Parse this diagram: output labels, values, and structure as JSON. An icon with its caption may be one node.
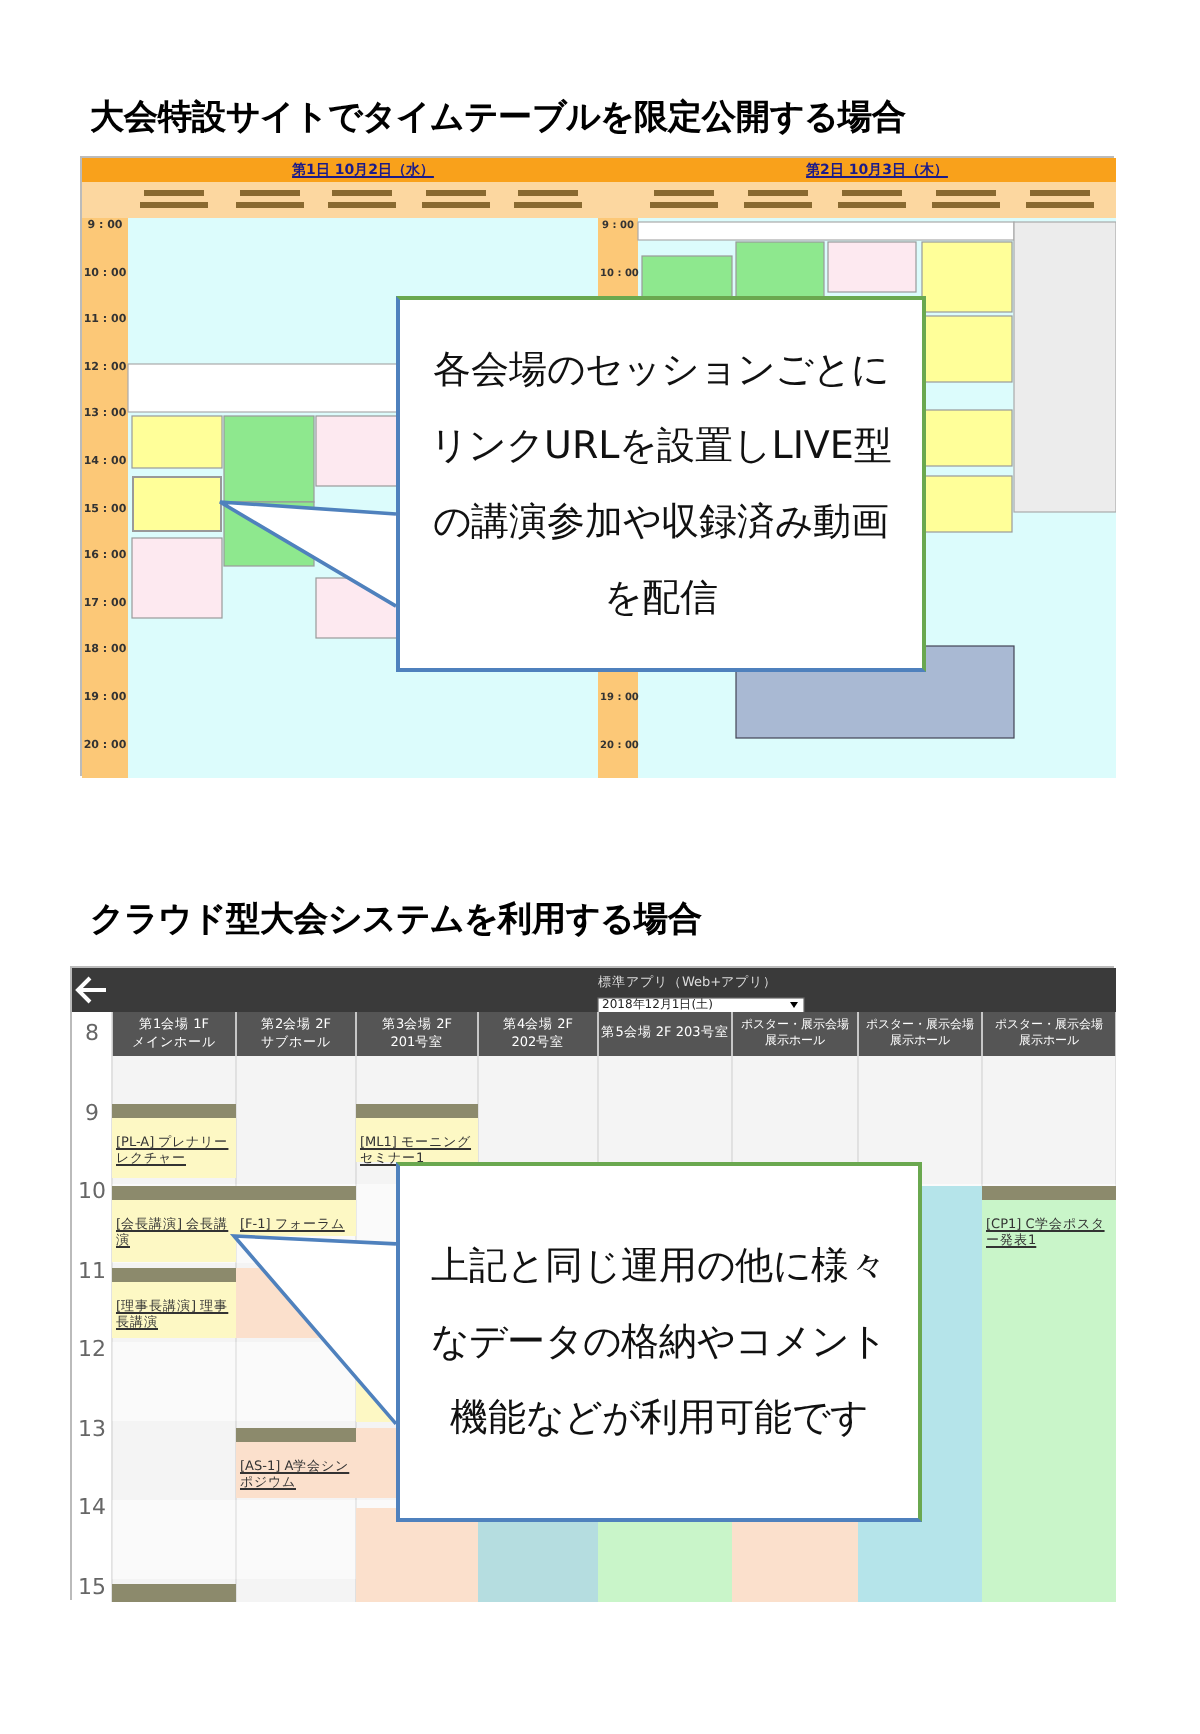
{
  "diagram": {
    "nodes": [
      {
        "text": [],
        "shape": "picture"
      },
      {
        "text": [
          "各会場のセッションごとにリンクURLを設置しLIVE型の講演参加や収録済み動画を配信"
        ],
        "in": 0
      },
      {
        "text": [],
        "shape": "box",
        "in": 0
      },
      {
        "text": [],
        "shape": "picture"
      },
      {
        "text": [
          "[PL-A] プレナリーレクチャー"
        ],
        "in": 3
      },
      {
        "text": [
          "[ML1] モーニングセミナー1"
        ],
        "in": 3
      },
      {
        "text": [
          "[会長講演] 会長講演"
        ],
        "in": 3
      },
      {
        "text": [
          "[F-1] フォーラム"
        ],
        "in": 3
      },
      {
        "text": [
          "[CP1] C学会ポスター発表1"
        ],
        "in": 3
      },
      {
        "text": [
          "[理事長講演] 理事長講演"
        ],
        "in": 3
      },
      {
        "text": [
          "[AS-1] A学会シンポジウム"
        ],
        "in": 3
      },
      {
        "text": [
          "上記と同じ運用の他に様々なデータの格納やコメント機能などが利用可能です"
        ],
        "in": 3
      }
    ],
    "edges": [
      {
        "from": 1,
        "to": 2,
        "arrow": "none"
      },
      {
        "from": 11,
        "to": 6,
        "arrow": "none"
      }
    ],
    "labels": [
      "大会特設サイトでタイムテーブルを限定公開する場合",
      "第1日 10月2日（水）",
      "第2日 10月3日（木）",
      "9 : 00",
      "10 : 00",
      "11 : 00",
      "12 : 00",
      "13 : 00",
      "14 : 00",
      "15 : 00",
      "16 : 00",
      "17 : 00",
      "18 : 00",
      "19 : 00",
      "20 : 00",
      "9 : 00",
      "10 : 00",
      "19 : 00",
      "20 : 00",
      "クラウド型大会システムを利用する場合",
      "標準アプリ（Web+アプリ）",
      "2018年12月1日(土)",
      "第1会場 1F メインホール",
      "第2会場 2F サブホール",
      "第3会場 2F 201号室",
      "第4会場 2F 202号室",
      "第5会場 2F 203号室",
      "ポスター・展示会場展示ホール",
      "ポスター・展示会場展示ホール",
      "ポスター・展示会場展示ホール",
      "8",
      "9",
      "10",
      "11",
      "12",
      "13",
      "14",
      "15"
    ]
  }
}
